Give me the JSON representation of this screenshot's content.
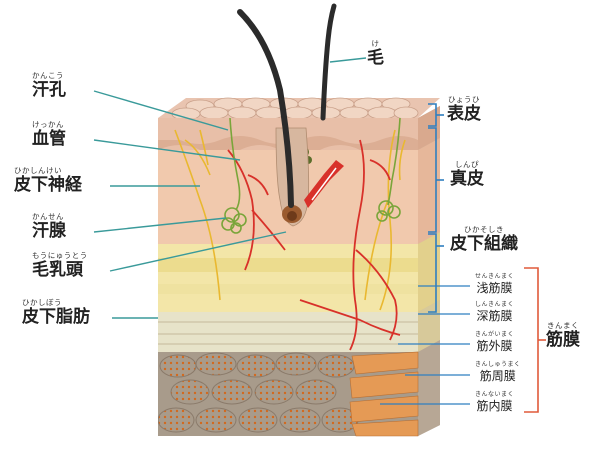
{
  "left_labels": [
    {
      "id": "kankou",
      "ruby": "かんこう",
      "text": "汗孔"
    },
    {
      "id": "kekkan",
      "ruby": "けっかん",
      "text": "血管"
    },
    {
      "id": "hikashinkei",
      "ruby": "ひかしんけい",
      "text": "皮下神経"
    },
    {
      "id": "kansen",
      "ruby": "かんせん",
      "text": "汗腺"
    },
    {
      "id": "mounyuutou",
      "ruby": "もうにゅうとう",
      "text": "毛乳頭"
    },
    {
      "id": "hikashibou",
      "ruby": "ひかしぼう",
      "text": "皮下脂肪"
    }
  ],
  "hair": {
    "ruby": "け",
    "text": "毛"
  },
  "layers": [
    {
      "id": "hyouhi",
      "ruby": "ひょうひ",
      "text": "表皮"
    },
    {
      "id": "shinpi",
      "ruby": "しんぴ",
      "text": "真皮"
    },
    {
      "id": "hikasoshiki",
      "ruby": "ひかそしき",
      "text": "皮下組織"
    }
  ],
  "fascia_items": [
    {
      "id": "sen",
      "ruby": "せんきんまく",
      "text": "浅筋膜"
    },
    {
      "id": "shin",
      "ruby": "しんきんまく",
      "text": "深筋膜"
    },
    {
      "id": "gai",
      "ruby": "きんがいまく",
      "text": "筋外膜"
    },
    {
      "id": "shuu",
      "ruby": "きんしゅうまく",
      "text": "筋周膜"
    },
    {
      "id": "nai",
      "ruby": "きんないまく",
      "text": "筋内膜"
    }
  ],
  "fascia_group": {
    "ruby": "きんまく",
    "text": "筋膜"
  },
  "colors": {
    "leader_teal": "#3a9a9a",
    "bracket_blue": "#2f7fc0",
    "bracket_red": "#e05a3a",
    "vessel_red": "#d8312a",
    "nerve_yellow": "#e9b830",
    "gland_green": "#7aa53a",
    "hair_dark": "#2b2b2b",
    "dermis": "#f1c9ad",
    "epidermis": "#e8bfa8",
    "subcutis": "#f3e6a8",
    "muscle": "#e59a55"
  }
}
